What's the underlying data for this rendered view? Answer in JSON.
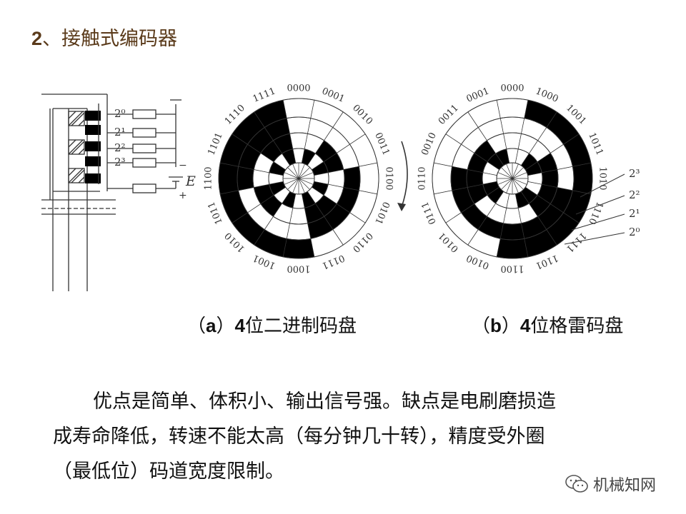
{
  "title": {
    "number": "2",
    "text": "、接触式编码器"
  },
  "captions": {
    "a": {
      "paren_open": "（",
      "letter": "a",
      "paren_close": "）",
      "bits": "4",
      "text": "位二进制码盘"
    },
    "b": {
      "paren_open": "（",
      "letter": "b",
      "paren_close": "）",
      "bits": "4",
      "text": "位格雷码盘"
    }
  },
  "body": {
    "line1": "优点是简单、体积小、输出信号强。缺点是电刷磨损造",
    "line2": "成寿命降低，转速不能太高（每分钟几十转），精度受外圈",
    "line3": "（最低位）码道宽度限制。"
  },
  "watermark": {
    "text": "机械知网",
    "icon": "wechat-icon"
  },
  "circuit": {
    "bit_labels": [
      "2⁰",
      "2¹",
      "2²",
      "2³"
    ],
    "voltage_label": "E",
    "minus_sign": "−",
    "plus_sign": "+"
  },
  "disk_binary": {
    "codes": [
      "0000",
      "0001",
      "0010",
      "0011",
      "0100",
      "0101",
      "0110",
      "0111",
      "1000",
      "1001",
      "1010",
      "1011",
      "1100",
      "1101",
      "1110",
      "1111"
    ]
  },
  "disk_gray": {
    "codes": [
      "0000",
      "0001",
      "0011",
      "0010",
      "0110",
      "0111",
      "0101",
      "0100",
      "1100",
      "1101",
      "1111",
      "1110",
      "1010",
      "1011",
      "1001",
      "1000"
    ],
    "track_labels": [
      "2³",
      "2²",
      "2¹",
      "2⁰"
    ]
  },
  "colors": {
    "title": "#5a3a1a",
    "ink": "#111111",
    "disk_black": "#000000",
    "line": "#333333"
  }
}
